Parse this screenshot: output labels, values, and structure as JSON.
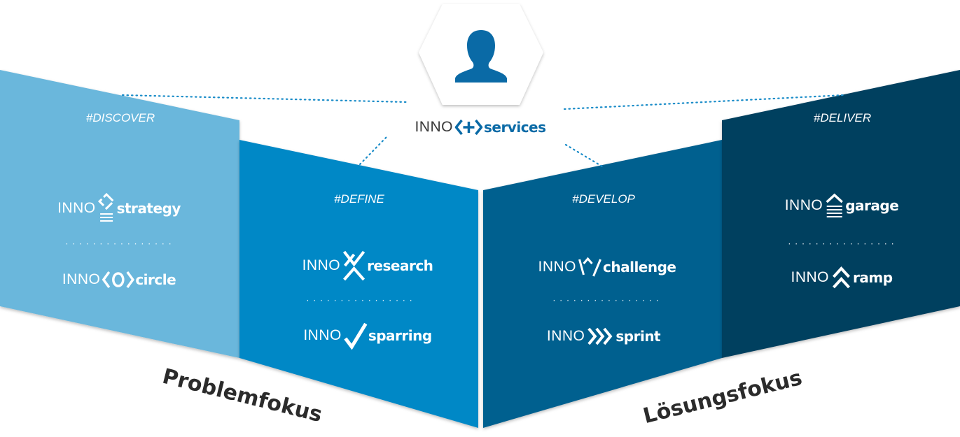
{
  "center": {
    "brand_prefix": "INNO",
    "brand_word": "services",
    "icon": "user-icon"
  },
  "phases": [
    {
      "label": "#DISCOVER",
      "color": "#6bb7dc",
      "items": [
        {
          "prefix": "INNO",
          "word": "strategy"
        },
        {
          "prefix": "INNO",
          "word": "circle"
        }
      ]
    },
    {
      "label": "#DEFINE",
      "color": "#0588c6",
      "items": [
        {
          "prefix": "INNO",
          "word": "research"
        },
        {
          "prefix": "INNO",
          "word": "sparring"
        }
      ]
    },
    {
      "label": "#DEVELOP",
      "color": "#04618f",
      "items": [
        {
          "prefix": "INNO",
          "word": "challenge"
        },
        {
          "prefix": "INNO",
          "word": "sprint"
        }
      ]
    },
    {
      "label": "#DELIVER",
      "color": "#023f5e",
      "items": [
        {
          "prefix": "INNO",
          "word": "garage"
        },
        {
          "prefix": "INNO",
          "word": "ramp"
        }
      ]
    }
  ],
  "separator": "················",
  "focus": {
    "left": "Problemfokus",
    "right": "Lösungsfokus"
  },
  "colors": {
    "accent": "#0a6aa6",
    "dots": "#1a8cc8"
  }
}
